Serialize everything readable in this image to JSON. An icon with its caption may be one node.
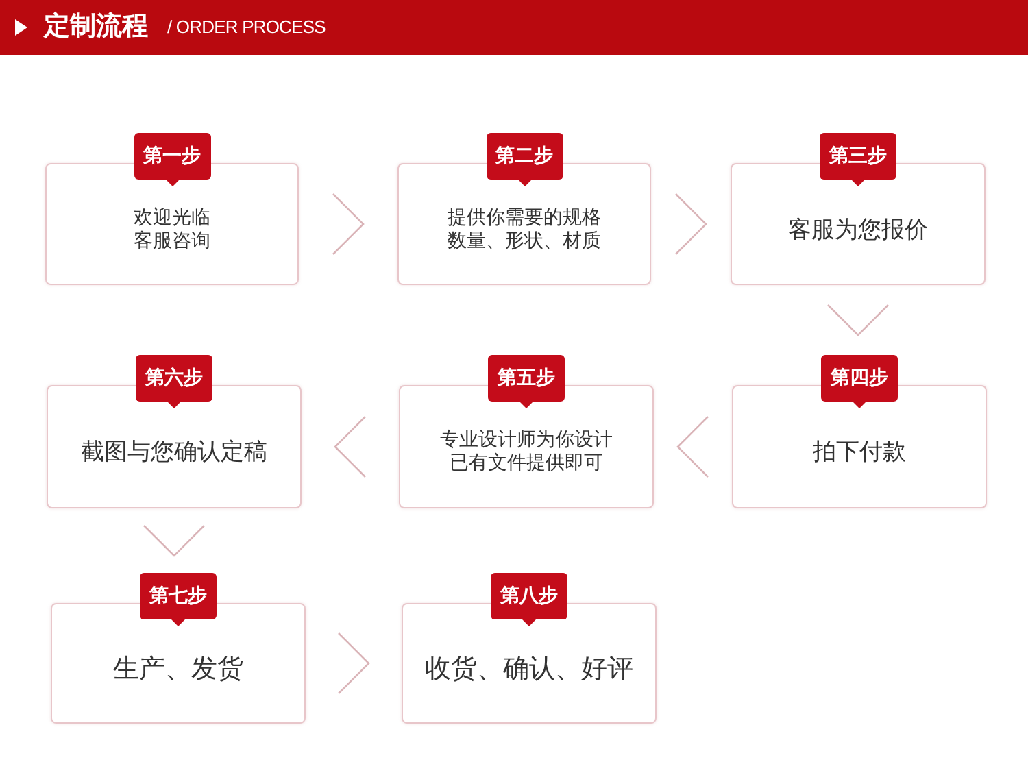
{
  "diagram": {
    "title": "定制流程",
    "nodes": [
      {
        "text": [
          "第一步",
          "欢迎光临客服咨询"
        ]
      },
      {
        "text": [
          "第二步",
          "提供你需要的规格数量、形状、材质"
        ]
      },
      {
        "text": [
          "第三步",
          "客服为您报价"
        ]
      },
      {
        "text": [
          "第四步",
          "拍下付款"
        ]
      },
      {
        "text": [
          "第五步",
          "专业设计师为你设计已有文件提供即可"
        ]
      },
      {
        "text": [
          "第六步",
          "截图与您确认定稿"
        ]
      },
      {
        "text": [
          "第七步",
          "生产、发货"
        ]
      },
      {
        "text": [
          "第八步",
          "收货、确认、好评"
        ]
      }
    ],
    "edges": [
      {
        "from": 0,
        "to": 1,
        "arrow": "to"
      },
      {
        "from": 1,
        "to": 2,
        "arrow": "to"
      },
      {
        "from": 2,
        "to": 3,
        "arrow": "to"
      },
      {
        "from": 3,
        "to": 4,
        "arrow": "to"
      },
      {
        "from": 4,
        "to": 5,
        "arrow": "to"
      },
      {
        "from": 5,
        "to": 6,
        "arrow": "to"
      },
      {
        "from": 6,
        "to": 7,
        "arrow": "to"
      }
    ],
    "labels": [
      "/ ORDER PROCESS"
    ]
  }
}
